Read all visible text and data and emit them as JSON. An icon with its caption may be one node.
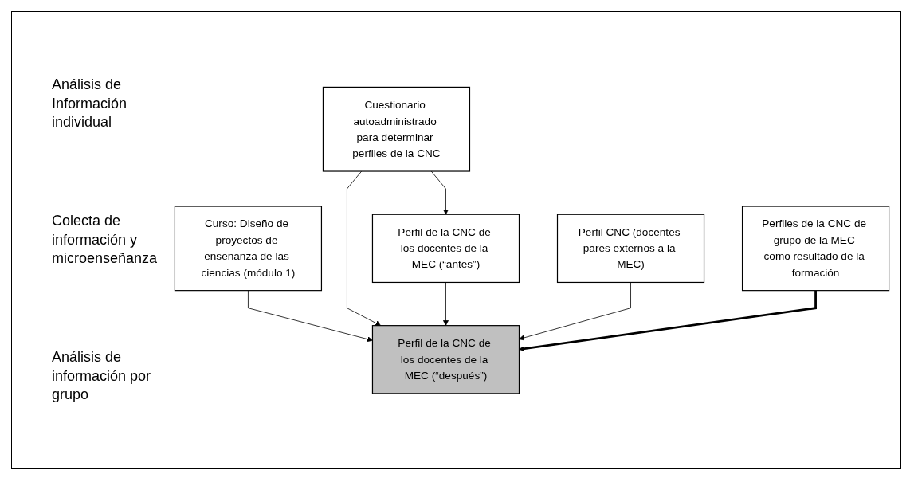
{
  "diagram": {
    "nodes": [
      {
        "text": [
          "Curso: Diseño de proyectos de enseñanza de las ciencias (módulo 1)"
        ]
      },
      {
        "text": [
          "Cuestionario autoadministrado para determinar perfiles de la CNC"
        ]
      },
      {
        "text": [
          "Perfil de la CNC de los docentes de la MEC (“antes”)"
        ]
      },
      {
        "text": [
          "Perfil de la CNC de los docentes de la MEC (“después”)"
        ]
      },
      {
        "text": [
          "Perfil CNC (docentes pares externos a la MEC)"
        ]
      },
      {
        "text": [
          "Perfiles de la CNC de grupo de la MEC como resultado de la formación"
        ]
      }
    ],
    "edges": [
      {
        "from": 0,
        "to": 3,
        "arrow": "to"
      },
      {
        "from": 1,
        "to": 2,
        "arrow": "to"
      },
      {
        "from": 1,
        "to": 3,
        "arrow": "to"
      },
      {
        "from": 2,
        "to": 3,
        "arrow": "to"
      },
      {
        "from": 4,
        "to": 3,
        "arrow": "to"
      },
      {
        "from": 5,
        "to": 3,
        "arrow": "to",
        "style": "thick"
      }
    ],
    "labels": [
      "Análisis de Información individual",
      "Colecta de información y microenseñanza",
      "Análisis de información por grupo"
    ]
  }
}
